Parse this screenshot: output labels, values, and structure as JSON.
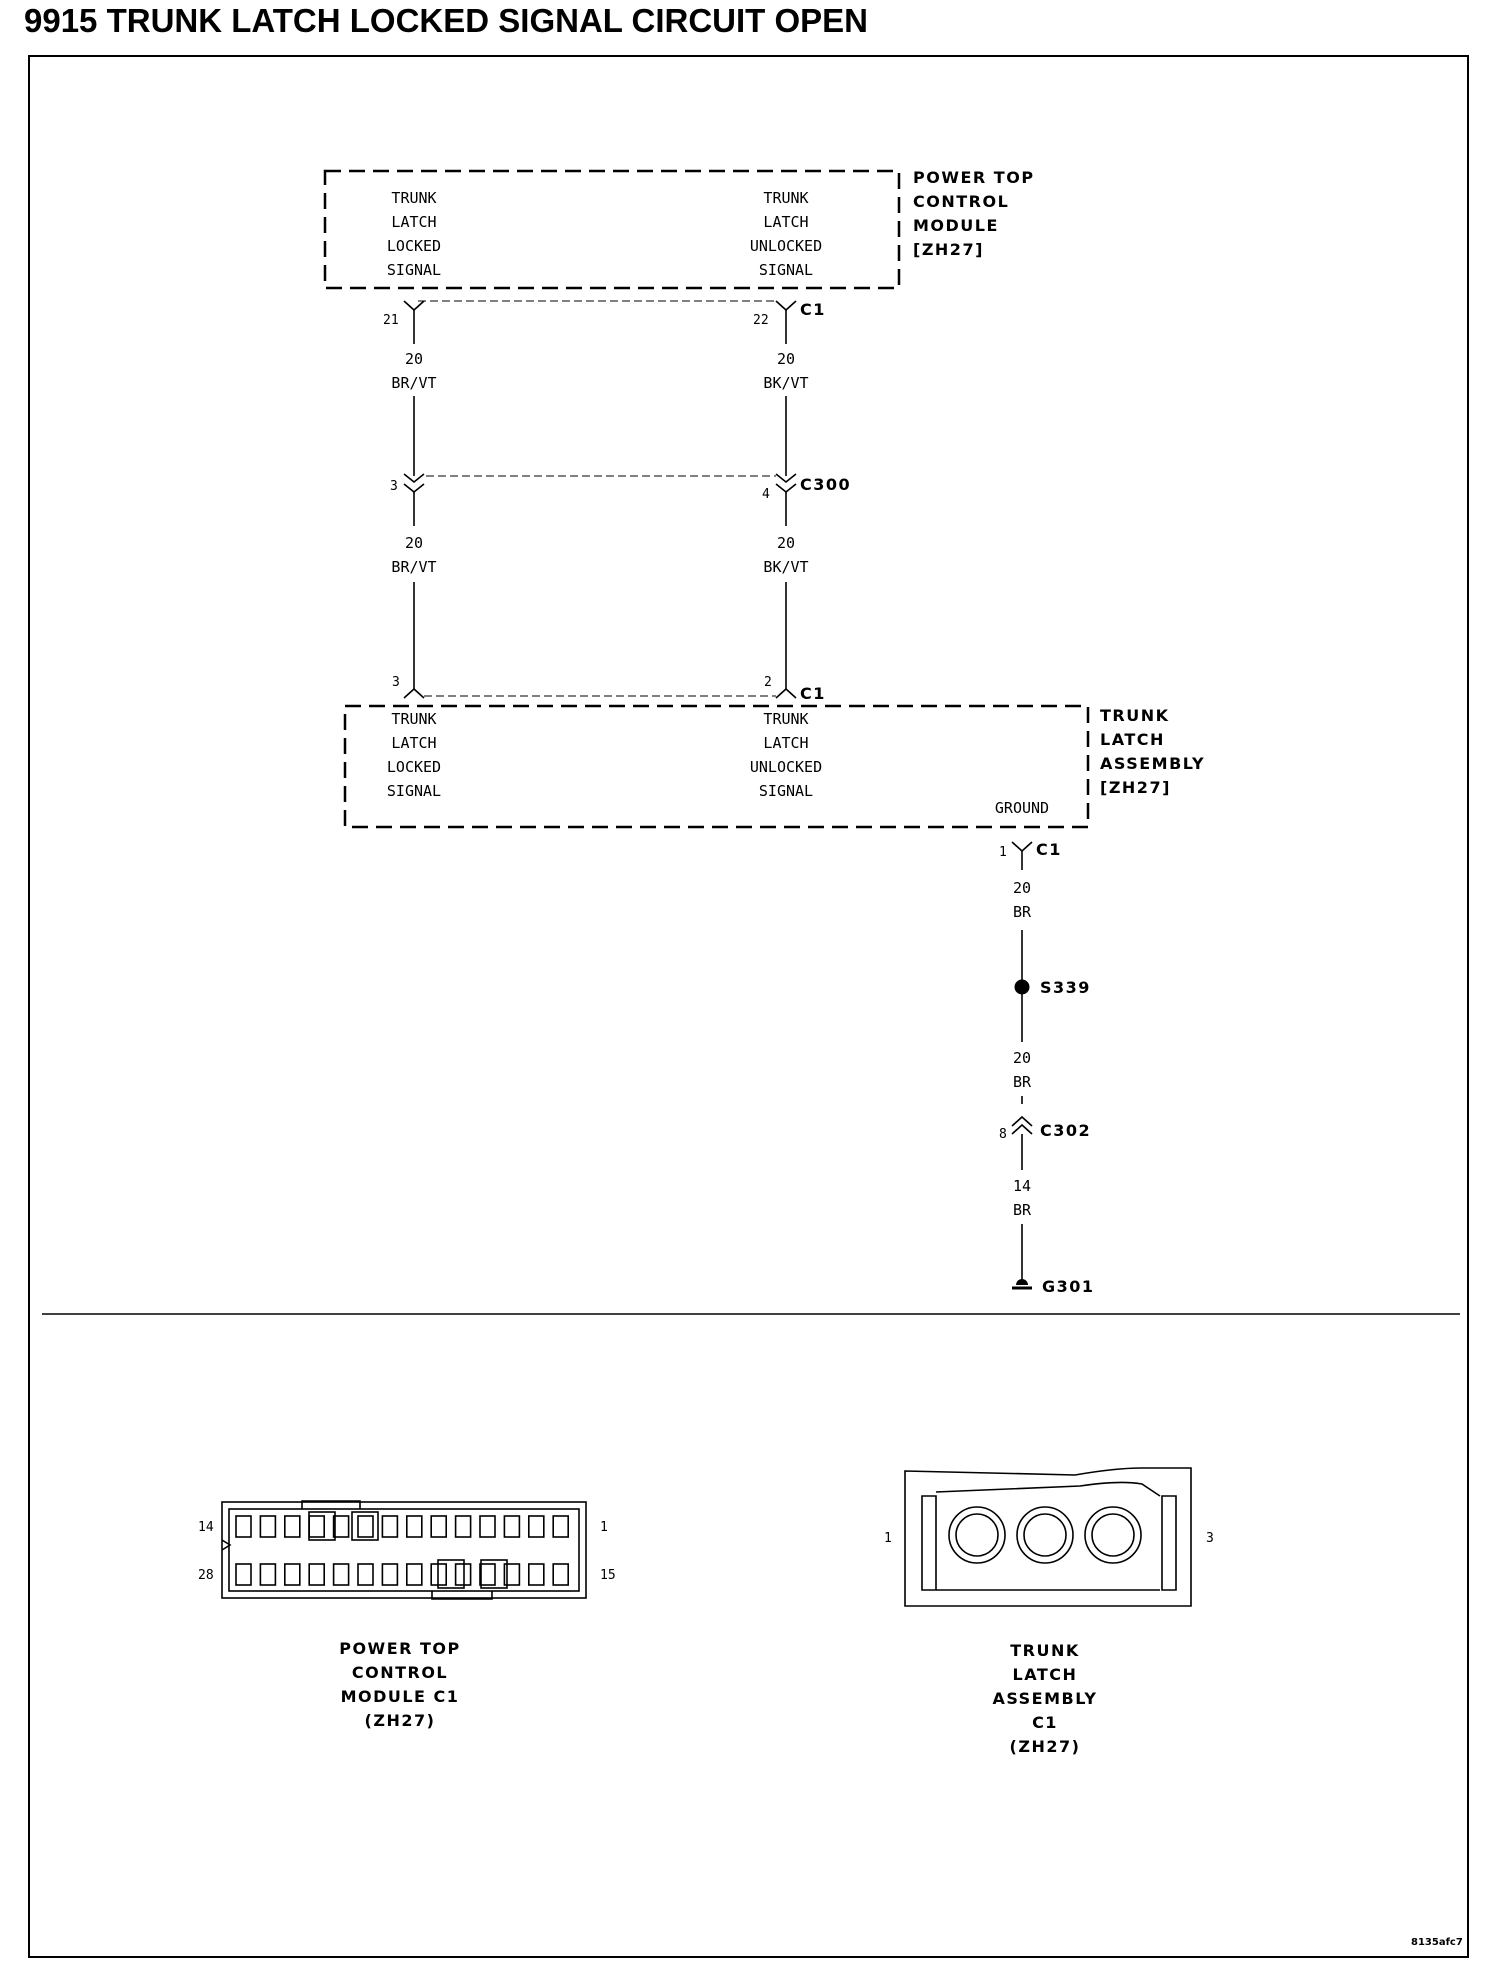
{
  "title": "9915 TRUNK LATCH LOCKED SIGNAL CIRCUIT OPEN",
  "modules": {
    "ptcm": {
      "name_lines": [
        "POWER TOP",
        "CONTROL",
        "MODULE",
        "[ZH27]"
      ],
      "locked_lines": [
        "TRUNK",
        "LATCH",
        "LOCKED",
        "SIGNAL"
      ],
      "unlocked_lines": [
        "TRUNK",
        "LATCH",
        "UNLOCKED",
        "SIGNAL"
      ],
      "connector": "C1",
      "pin_locked": "21",
      "pin_unlocked": "22"
    },
    "tla": {
      "name_lines": [
        "TRUNK",
        "LATCH",
        "ASSEMBLY",
        "[ZH27]"
      ],
      "locked_lines": [
        "TRUNK",
        "LATCH",
        "LOCKED",
        "SIGNAL"
      ],
      "unlocked_lines": [
        "TRUNK",
        "LATCH",
        "UNLOCKED",
        "SIGNAL"
      ],
      "ground_label": "GROUND",
      "connector": "C1",
      "pin_locked": "3",
      "pin_unlocked": "2",
      "pin_ground": "1"
    }
  },
  "wires": {
    "w1": {
      "gauge": "20",
      "color": "BR/VT"
    },
    "w2": {
      "gauge": "20",
      "color": "BK/VT"
    },
    "w3": {
      "gauge": "20",
      "color": "BR/VT"
    },
    "w4": {
      "gauge": "20",
      "color": "BK/VT"
    },
    "g1": {
      "gauge": "20",
      "color": "BR"
    },
    "g2": {
      "gauge": "20",
      "color": "BR"
    },
    "g3": {
      "gauge": "14",
      "color": "BR"
    }
  },
  "connectors": {
    "c300": {
      "name": "C300",
      "pin_left": "3",
      "pin_right": "4"
    },
    "c302": {
      "name": "C302",
      "pin": "8"
    }
  },
  "splice": {
    "name": "S339"
  },
  "ground": {
    "name": "G301"
  },
  "views": {
    "ptcm_c1": {
      "label_lines": [
        "POWER TOP",
        "CONTROL",
        "MODULE C1",
        "(ZH27)"
      ],
      "pin_top_left": "14",
      "pin_top_right": "1",
      "pin_bottom_left": "28",
      "pin_bottom_right": "15"
    },
    "tla_c1": {
      "label_lines": [
        "TRUNK",
        "LATCH",
        "ASSEMBLY",
        "C1",
        "(ZH27)"
      ],
      "pin_left": "1",
      "pin_right": "3"
    }
  },
  "figure_id": "8135afc7"
}
